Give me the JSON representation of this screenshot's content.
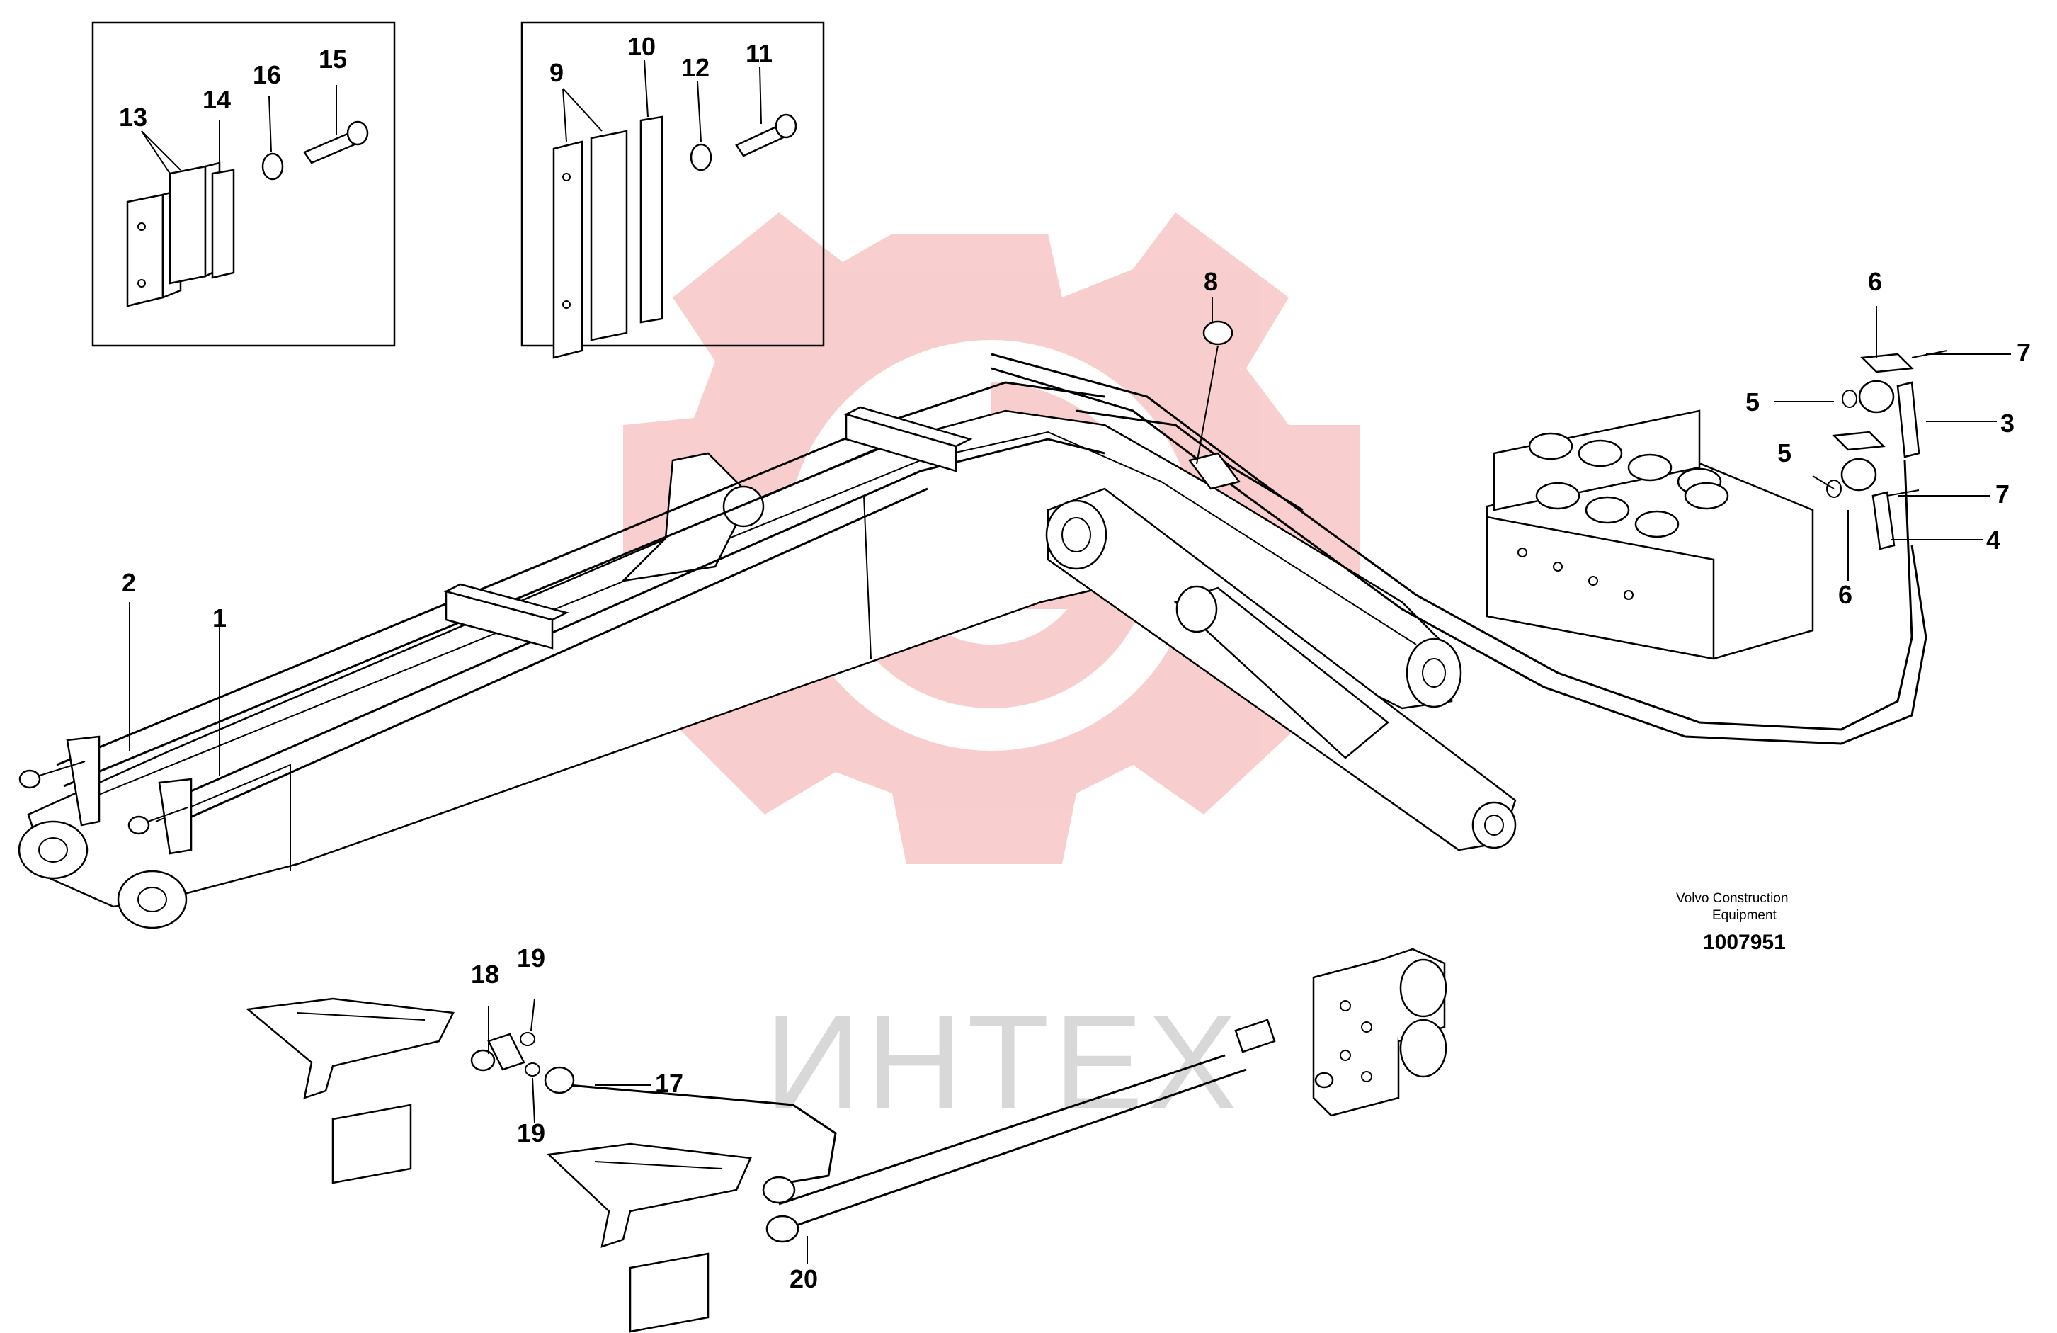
{
  "watermark": {
    "text": "ИНТЕХ",
    "gear_color": "#f4a6a6"
  },
  "credit": {
    "line1": "Volvo Construction",
    "line2": "Equipment"
  },
  "document_number": "1007951",
  "callouts": {
    "c1": "1",
    "c2": "2",
    "c3": "3",
    "c4": "4",
    "c5a": "5",
    "c5b": "5",
    "c6a": "6",
    "c6b": "6",
    "c7a": "7",
    "c7b": "7",
    "c8": "8",
    "c9": "9",
    "c10": "10",
    "c11": "11",
    "c12": "12",
    "c13": "13",
    "c14": "14",
    "c15": "15",
    "c16": "16",
    "c17": "17",
    "c18": "18",
    "c19a": "19",
    "c19b": "19",
    "c20": "20"
  }
}
